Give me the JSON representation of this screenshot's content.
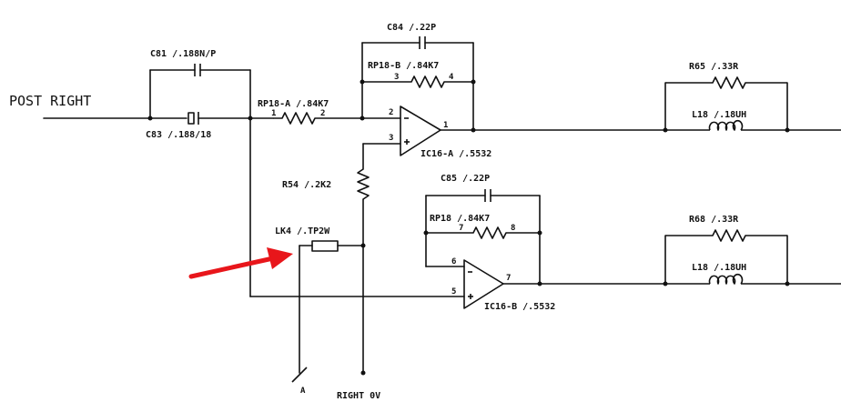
{
  "input_label": "POST RIGHT",
  "components": {
    "c81": "C81 /.188N/P",
    "c83": "C83 /.188/18",
    "c84": "C84 /.22P",
    "c85": "C85 /.22P",
    "rp18a": "RP18-A /.84K7",
    "rp18b": "RP18-B /.84K7",
    "rp18": "RP18 /.84K7",
    "r54": "R54 /.2K2",
    "lk4": "LK4 /.TP2W",
    "ic16a": "IC16-A /.5532",
    "ic16b": "IC16-B /.5532",
    "r65": "R65 /.33R",
    "r68": "R68 /.33R",
    "l18a": "L18 /.18UH",
    "l18b": "L18 /.18UH"
  },
  "pins": {
    "rp18a_1": "1",
    "rp18a_2": "2",
    "rp18b_3": "3",
    "rp18b_4": "4",
    "rp18_7": "7",
    "rp18_8": "8",
    "ic16a_in_pos": "2",
    "ic16a_in_neg": "3",
    "ic16a_out": "1",
    "ic16b_in_6": "6",
    "ic16b_in_5": "5",
    "ic16b_out": "7"
  },
  "net_labels": {
    "right_0v": "RIGHT 0V",
    "ground_a": "A"
  },
  "annotation": {
    "arrow_color": "#e8161b"
  }
}
